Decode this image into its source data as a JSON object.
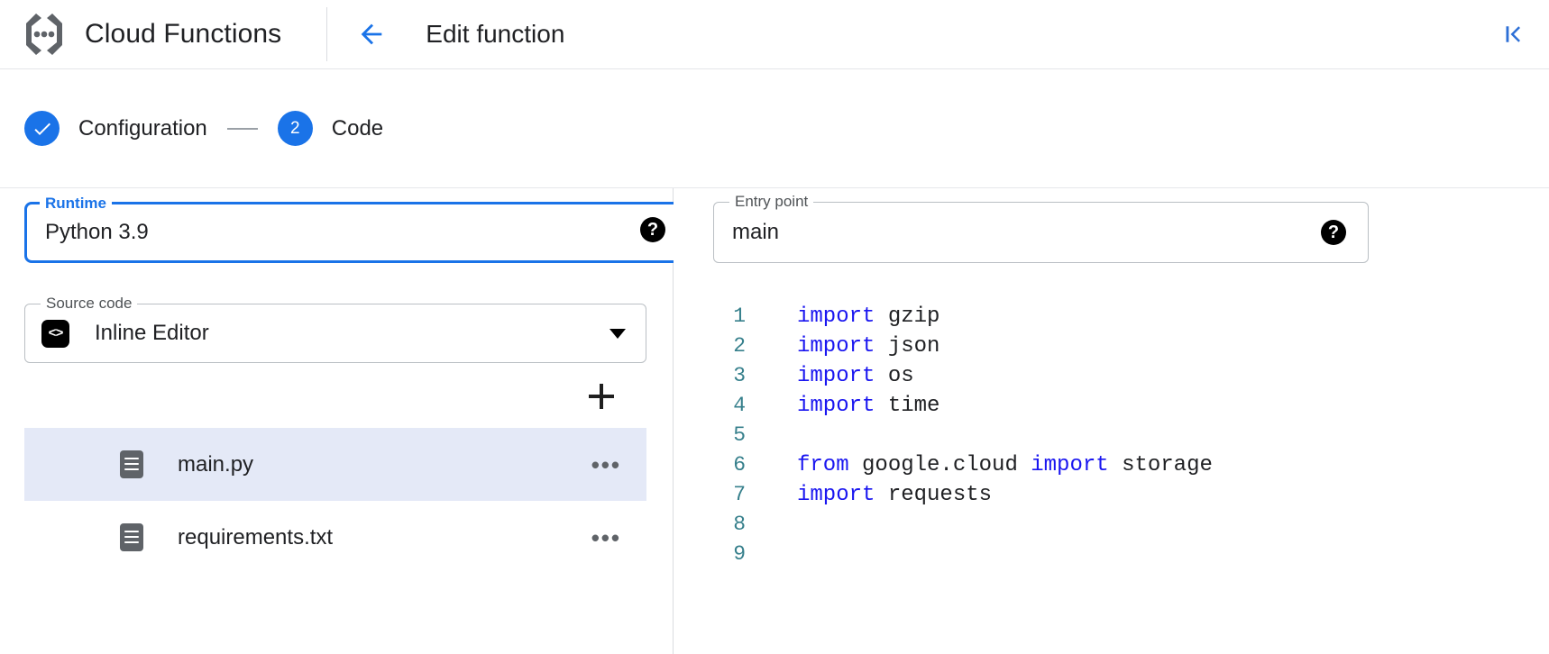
{
  "header": {
    "brand_icon": "cloud-functions-logo-icon",
    "brand_title": "Cloud Functions",
    "back_icon": "arrow-left-icon",
    "page_title": "Edit function",
    "collapse_icon": "collapse-panel-left-icon"
  },
  "stepper": {
    "steps": [
      {
        "badge": "check-icon",
        "number": "",
        "label": "Configuration",
        "state": "done"
      },
      {
        "badge": "number",
        "number": "2",
        "label": "Code",
        "state": "active"
      }
    ],
    "connector": "—"
  },
  "form": {
    "runtime": {
      "legend": "Runtime",
      "value": "Python 3.9",
      "caret_icon": "chevron-down-icon",
      "help_icon": "help-icon",
      "help_label": "?",
      "focused": true
    },
    "entry_point": {
      "legend": "Entry point",
      "value": "main",
      "help_icon": "help-icon",
      "help_label": "?"
    },
    "source_code": {
      "legend": "Source code",
      "value": "Inline Editor",
      "icon": "inline-editor-code-icon",
      "icon_glyph": "<>",
      "caret_icon": "chevron-down-icon"
    }
  },
  "files": {
    "add_icon": "plus-icon",
    "items": [
      {
        "name": "main.py",
        "icon": "file-icon",
        "more_icon": "more-options-icon",
        "more_glyph": "•••",
        "selected": true
      },
      {
        "name": "requirements.txt",
        "icon": "file-icon",
        "more_icon": "more-options-icon",
        "more_glyph": "•••",
        "selected": false
      }
    ]
  },
  "editor": {
    "lines": [
      {
        "n": "1",
        "tokens": [
          {
            "t": "import",
            "k": true
          },
          {
            "t": " gzip",
            "k": false
          }
        ]
      },
      {
        "n": "2",
        "tokens": [
          {
            "t": "import",
            "k": true
          },
          {
            "t": " json",
            "k": false
          }
        ]
      },
      {
        "n": "3",
        "tokens": [
          {
            "t": "import",
            "k": true
          },
          {
            "t": " os",
            "k": false
          }
        ]
      },
      {
        "n": "4",
        "tokens": [
          {
            "t": "import",
            "k": true
          },
          {
            "t": " time",
            "k": false
          }
        ]
      },
      {
        "n": "5",
        "tokens": []
      },
      {
        "n": "6",
        "tokens": [
          {
            "t": "from",
            "k": true
          },
          {
            "t": " google.cloud ",
            "k": false
          },
          {
            "t": "import",
            "k": true
          },
          {
            "t": " storage",
            "k": false
          }
        ]
      },
      {
        "n": "7",
        "tokens": [
          {
            "t": "import",
            "k": true
          },
          {
            "t": " requests",
            "k": false
          }
        ]
      },
      {
        "n": "8",
        "tokens": []
      },
      {
        "n": "9",
        "tokens": []
      }
    ]
  },
  "colors": {
    "accent_blue": "#1a73e8",
    "keyword_blue": "#1a16f0",
    "line_number": "#37808c",
    "selected_row": "#e4e9f7",
    "icon_gray": "#5f6368",
    "border_gray": "#babfc4"
  }
}
